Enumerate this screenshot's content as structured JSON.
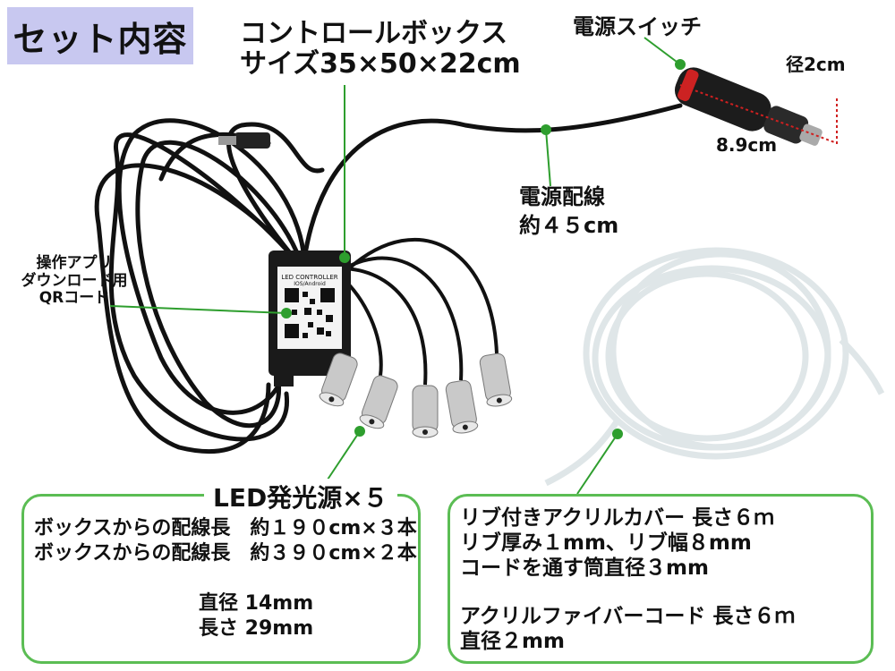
{
  "title": "セット内容",
  "controller": {
    "name": "コントロールボックス",
    "size": "サイズ35×50×22cm",
    "pcb_label_1": "LED CONTROLLER",
    "pcb_label_2": "IOS/Android"
  },
  "switch": {
    "name": "電源スイッチ",
    "diameter": "径2cm",
    "length": "8.9cm"
  },
  "power_cable": {
    "name": "電源配線",
    "length": "約４５cm"
  },
  "qr": {
    "line1": "操作アプリ",
    "line2": "ダウンロード用",
    "line3": "QRコード"
  },
  "led_box": {
    "title": "LED発光源×５",
    "line1": "ボックスからの配線長　約１９０cm×３本",
    "line2": "ボックスからの配線長　約３９０cm×２本",
    "diameter": "直径 14mm",
    "length": "長さ 29mm"
  },
  "fiber_box": {
    "line1": "リブ付きアクリルカバー 長さ６ｍ",
    "line2": "リブ厚み１mm、リブ幅８mm",
    "line3": "コードを通す筒直径３mm",
    "line4": "アクリルファイバーコード 長さ６ｍ",
    "line5": "直径２mm"
  },
  "colors": {
    "accent": "#5bbd54",
    "title_bg": "#c8c8f0",
    "cable": "#111111",
    "dimension": "#d02020"
  }
}
